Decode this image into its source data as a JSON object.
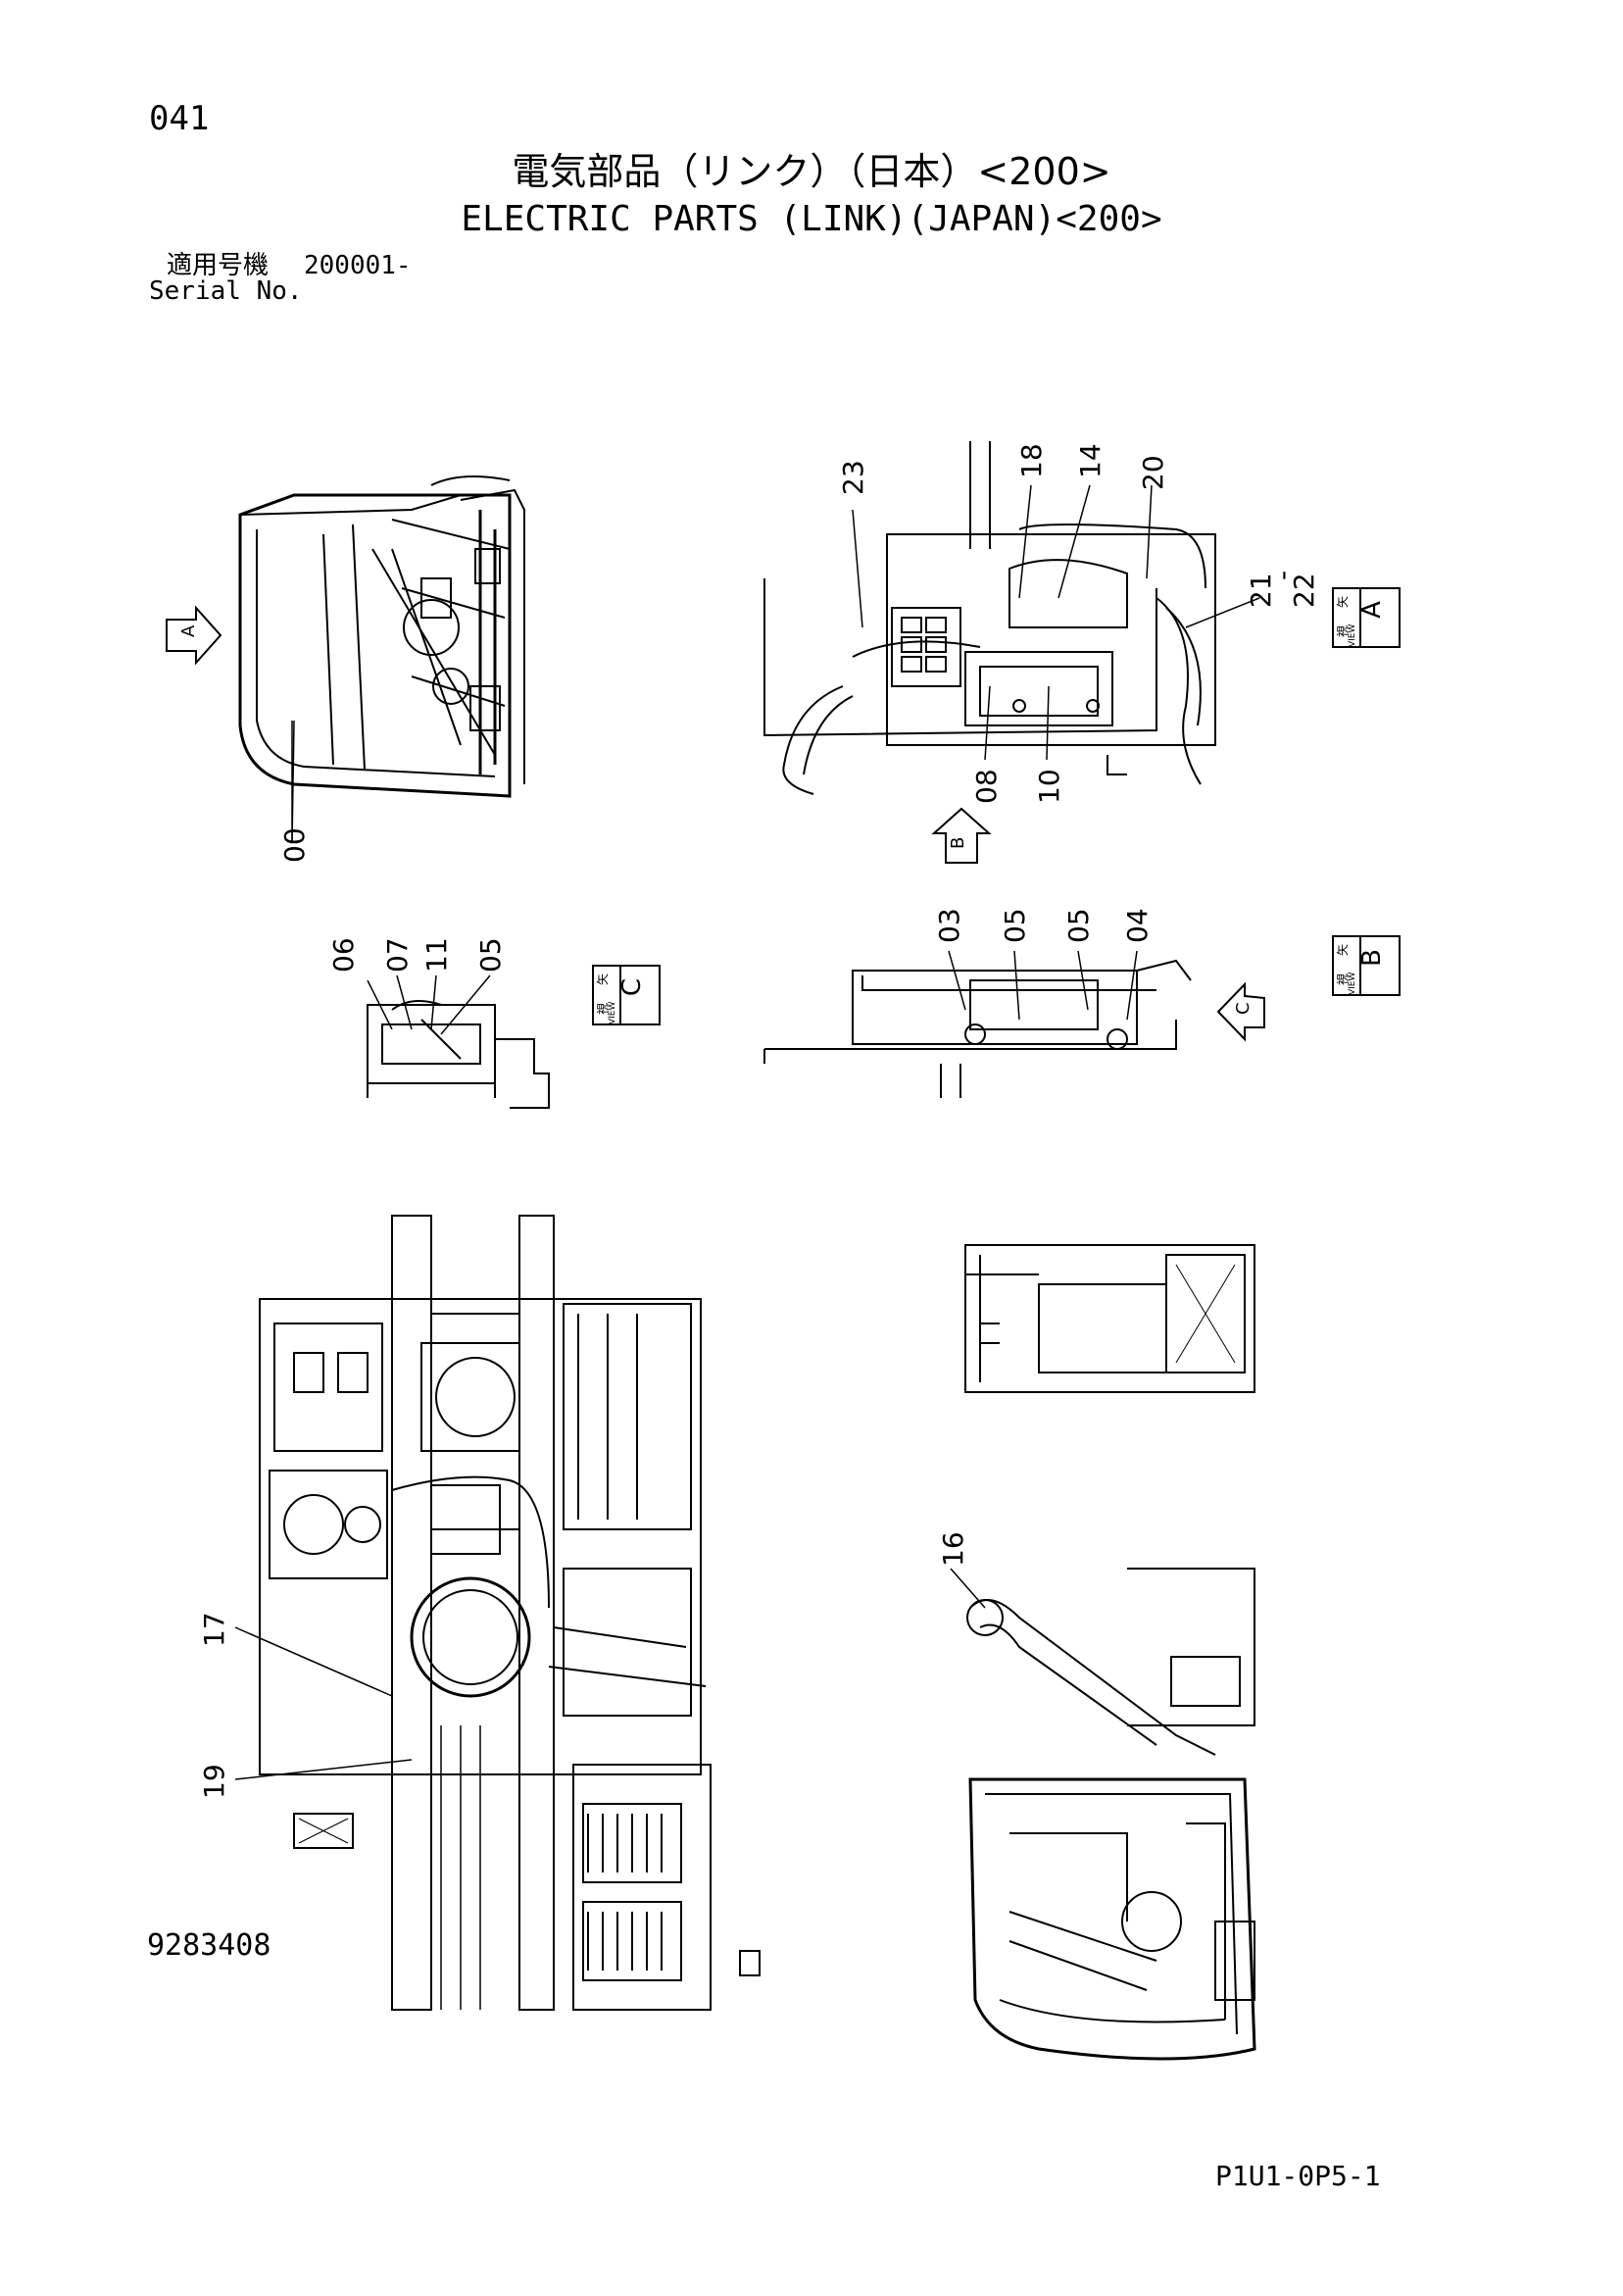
{
  "page_number": "041",
  "title_jp": "電気部品（リンク）（日本）<200>",
  "title_en": "ELECTRIC PARTS (LINK)(JAPAN)<200>",
  "serial": {
    "label_jp": "適用号機",
    "value": "200001-",
    "label_en": "Serial No."
  },
  "document_number": "9283408",
  "reference_code": "P1U1-0P5-1",
  "views": {
    "a": {
      "jp_top": "矢",
      "jp_bottom": "視",
      "en": "VIEW",
      "letter": "A"
    },
    "b": {
      "jp_top": "矢",
      "jp_bottom": "視",
      "en": "VIEW",
      "letter": "B"
    },
    "c": {
      "jp_top": "矢",
      "jp_bottom": "視",
      "en": "VIEW",
      "letter": "C"
    }
  },
  "arrow_letters": {
    "a": "A",
    "b": "B",
    "c": "C"
  },
  "callouts": {
    "c00": "00",
    "c23": "23",
    "c18": "18",
    "c14": "14",
    "c20": "20",
    "c21": "21",
    "c21_22_dash": "-",
    "c22": "22",
    "c08": "08",
    "c10": "10",
    "c03": "03",
    "c05a": "05",
    "c05b": "05",
    "c04": "04",
    "c06": "06",
    "c07": "07",
    "c11": "11",
    "c05c": "05",
    "c17": "17",
    "c19": "19",
    "c16": "16"
  }
}
